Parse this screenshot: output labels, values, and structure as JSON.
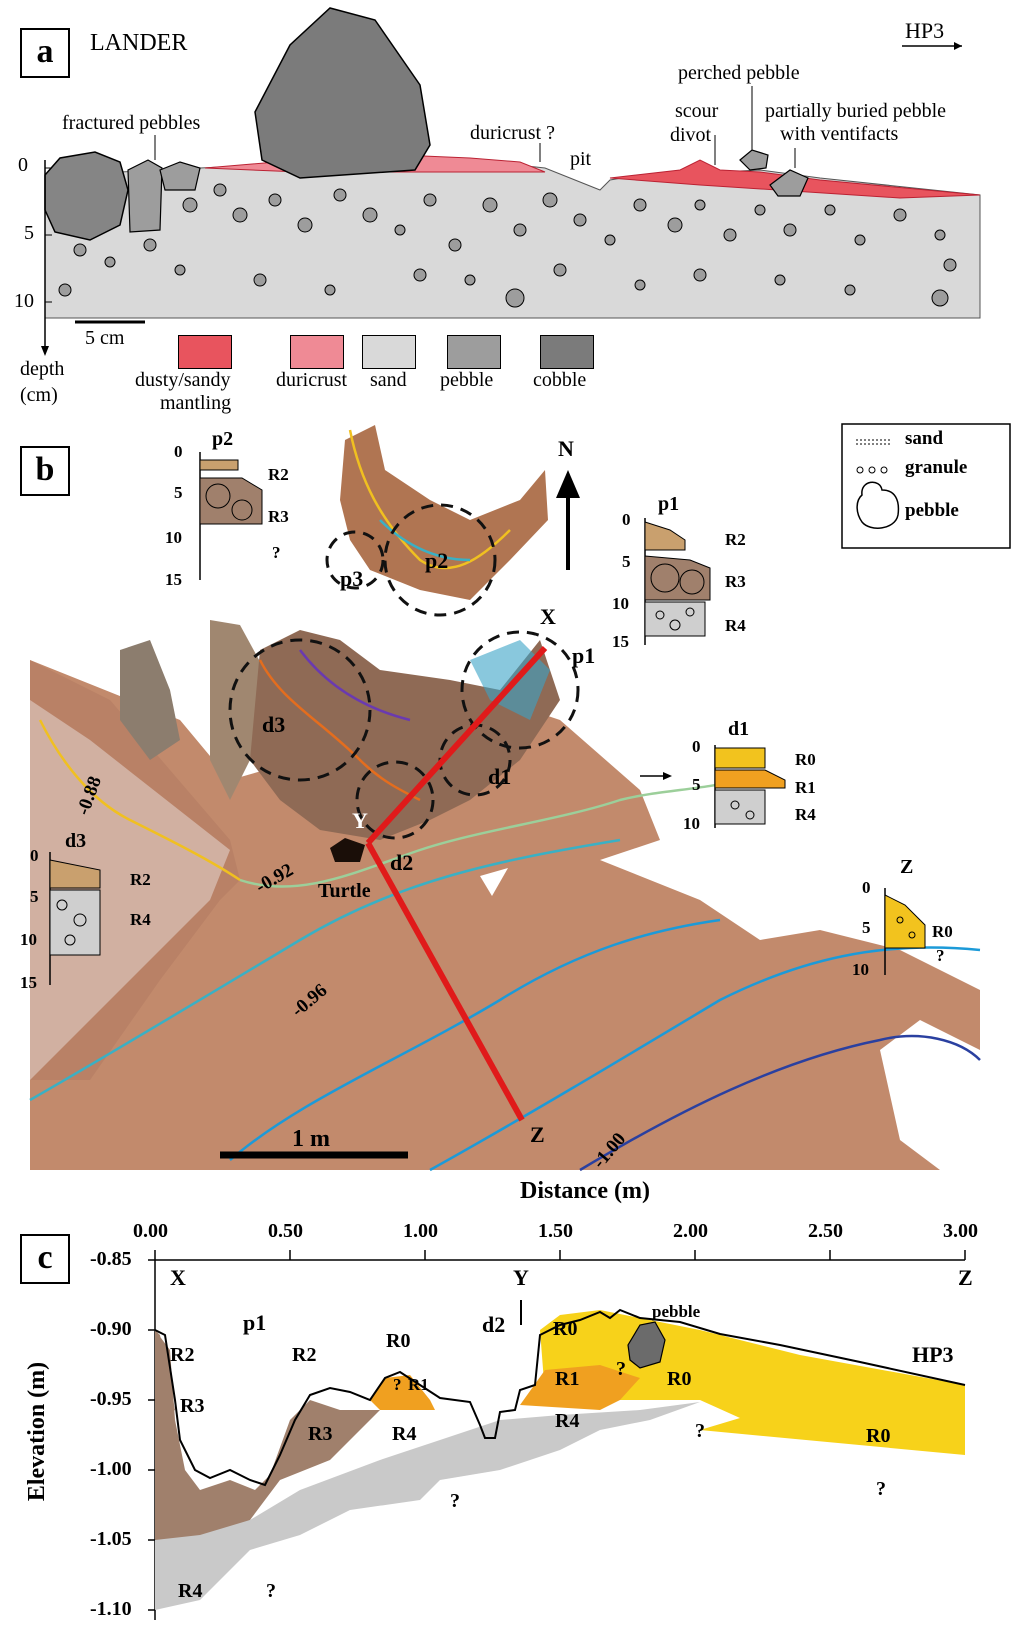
{
  "panel_a": {
    "letter": "a",
    "title": "LANDER",
    "right_label": "HP3",
    "annotations": {
      "fractured": "fractured pebbles",
      "duricrust": "duricrust ?",
      "pit": "pit",
      "perched": "perched pebble",
      "scour": "scour",
      "divot": "divot",
      "partially_1": "partially buried pebble",
      "partially_2": "with ventifacts"
    },
    "depth_ticks": [
      "0",
      "5",
      "10"
    ],
    "scale_label": "5 cm",
    "depth_label_1": "depth",
    "depth_label_2": "(cm)",
    "legend": [
      {
        "label": "dusty/sandy",
        "label2": "mantling",
        "color": "#e8545e"
      },
      {
        "label": "duricrust",
        "label2": "",
        "color": "#ef8a95"
      },
      {
        "label": "sand",
        "label2": "",
        "color": "#d9d9d9"
      },
      {
        "label": "pebble",
        "label2": "",
        "color": "#9d9d9d"
      },
      {
        "label": "cobble",
        "label2": "",
        "color": "#7b7b7b"
      }
    ]
  },
  "panel_b": {
    "letter": "b",
    "legend": [
      "sand",
      "granule",
      "pebble"
    ],
    "north": "N",
    "points": {
      "x": "X",
      "y": "Y",
      "z": "Z"
    },
    "site_labels": {
      "p1": "p1",
      "p2": "p2",
      "p3": "p3",
      "d1": "d1",
      "d2": "d2",
      "d3": "d3"
    },
    "turtle": "Turtle",
    "contours": [
      "-0.88",
      "-0.92",
      "-0.96",
      "-1.00"
    ],
    "scale_label": "1 m",
    "columns": {
      "p2": {
        "name": "p2",
        "ticks": [
          "0",
          "5",
          "10",
          "15"
        ],
        "units": [
          "R2",
          "R3",
          "?"
        ]
      },
      "p1": {
        "name": "p1",
        "ticks": [
          "0",
          "5",
          "10",
          "15"
        ],
        "units": [
          "R2",
          "R3",
          "R4"
        ]
      },
      "d1": {
        "name": "d1",
        "ticks": [
          "0",
          "5",
          "10"
        ],
        "units": [
          "R0",
          "R1",
          "R4"
        ]
      },
      "d3": {
        "name": "d3",
        "ticks": [
          "0",
          "5",
          "10",
          "15"
        ],
        "units": [
          "R2",
          "R4"
        ]
      },
      "z": {
        "name": "Z",
        "ticks": [
          "0",
          "5",
          "10"
        ],
        "units": [
          "R0",
          "?"
        ]
      }
    }
  },
  "panel_c": {
    "letter": "c",
    "xlabel": "Distance (m)",
    "ylabel": "Elevation (m)",
    "x_ticks": [
      "0.00",
      "0.50",
      "1.00",
      "1.50",
      "2.00",
      "2.50",
      "3.00"
    ],
    "y_ticks": [
      "-0.85",
      "-0.90",
      "-0.95",
      "-1.00",
      "-1.05",
      "-1.10"
    ],
    "end_labels": {
      "x": "X",
      "y": "Y",
      "z": "Z"
    },
    "site_labels": {
      "p1": "p1",
      "d2": "d2",
      "pebble": "pebble",
      "hp3": "HP3"
    },
    "unit_labels": [
      {
        "t": "R2"
      },
      {
        "t": "R3"
      },
      {
        "t": "R4"
      },
      {
        "t": "?"
      },
      {
        "t": "R2"
      },
      {
        "t": "R3"
      },
      {
        "t": "R4"
      },
      {
        "t": "?"
      },
      {
        "t": "R0"
      },
      {
        "t": "?"
      },
      {
        "t": "R1"
      },
      {
        "t": "R0"
      },
      {
        "t": "R1"
      },
      {
        "t": "?"
      },
      {
        "t": "R0"
      },
      {
        "t": "R4"
      },
      {
        "t": "?"
      },
      {
        "t": "R0"
      },
      {
        "t": "?"
      }
    ]
  }
}
